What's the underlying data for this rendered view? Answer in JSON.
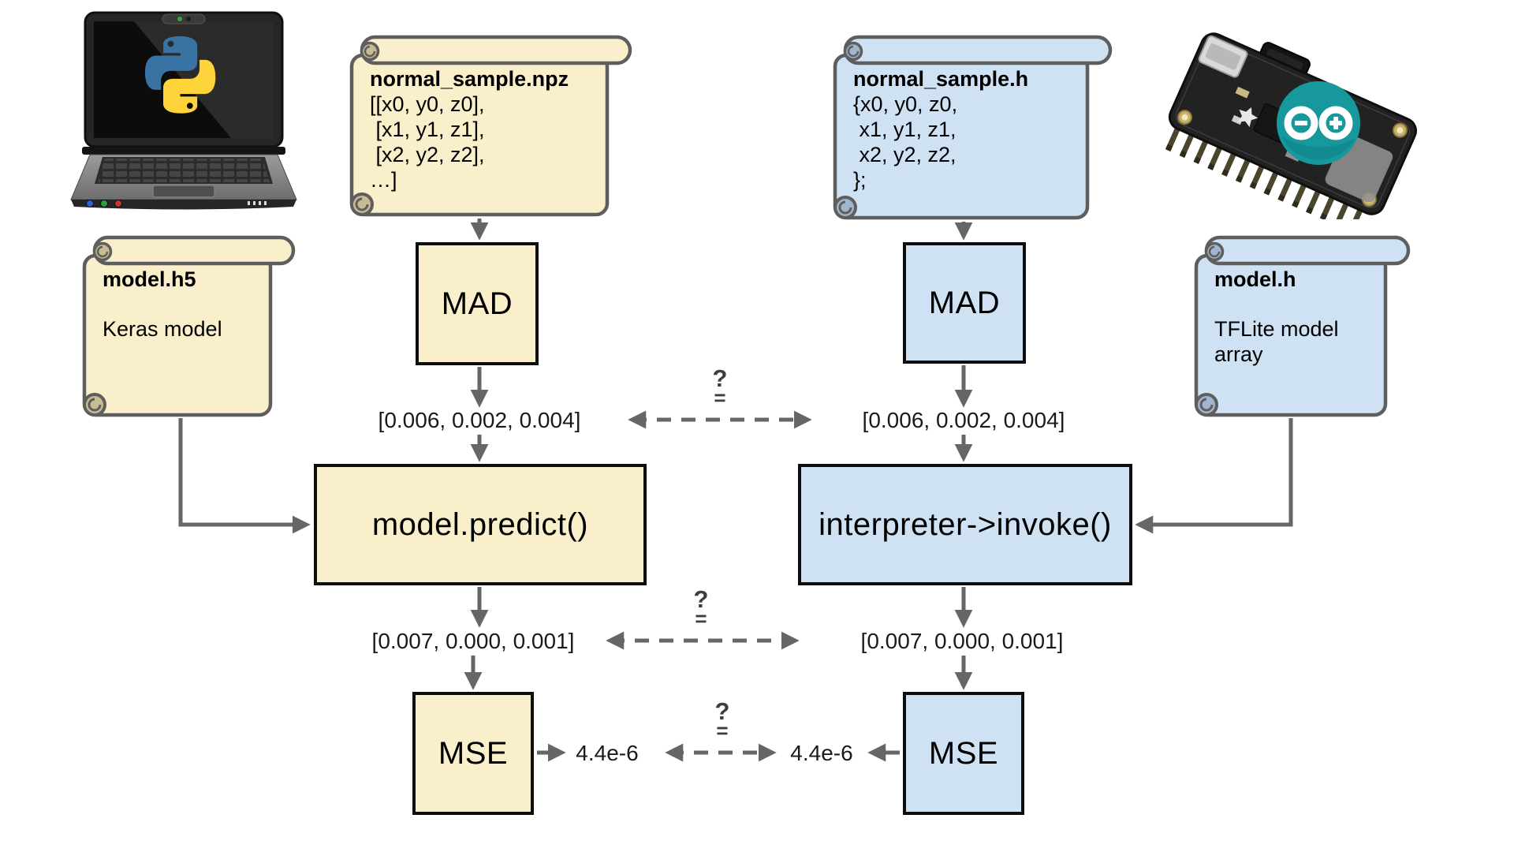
{
  "diagram": {
    "left_pipeline": {
      "platform_icon": "python-laptop",
      "sample_scroll": {
        "title": "normal_sample.npz",
        "lines": [
          "[[x0, y0, z0],",
          " [x1, y1, z1],",
          " [x2, y2, z2],",
          "…]"
        ]
      },
      "model_scroll": {
        "title": "model.h5",
        "lines": [
          "Keras model"
        ]
      },
      "mad_box_label": "MAD",
      "mad_output": "[0.006, 0.002, 0.004]",
      "predict_box_label": "model.predict()",
      "predict_output": "[0.007, 0.000, 0.001]",
      "mse_box_label": "MSE",
      "mse_output": "4.4e-6"
    },
    "right_pipeline": {
      "platform_icon": "arduino-feather-board",
      "sample_scroll": {
        "title": "normal_sample.h",
        "lines": [
          "{x0, y0, z0,",
          " x1, y1, z1,",
          " x2, y2, z2,",
          "};"
        ]
      },
      "model_scroll": {
        "title": "model.h",
        "lines": [
          "TFLite model",
          "array"
        ]
      },
      "mad_box_label": "MAD",
      "mad_output": "[0.006, 0.002, 0.004]",
      "invoke_box_label": "interpreter->invoke()",
      "invoke_output": "[0.007, 0.000, 0.001]",
      "mse_box_label": "MSE",
      "mse_output": "4.4e-6"
    },
    "comparison": {
      "question_mark": "?",
      "equals_sign": "="
    },
    "colors": {
      "yellow_fill": "#FAEFCB",
      "blue_fill": "#CFE2F3",
      "arrow_gray": "#666666",
      "scroll_stroke": "#5E5E5E",
      "box_border": "#0D0D0D",
      "python_blue": "#3873A3",
      "python_yellow": "#FFD43B",
      "arduino_teal": "#17989D"
    }
  }
}
